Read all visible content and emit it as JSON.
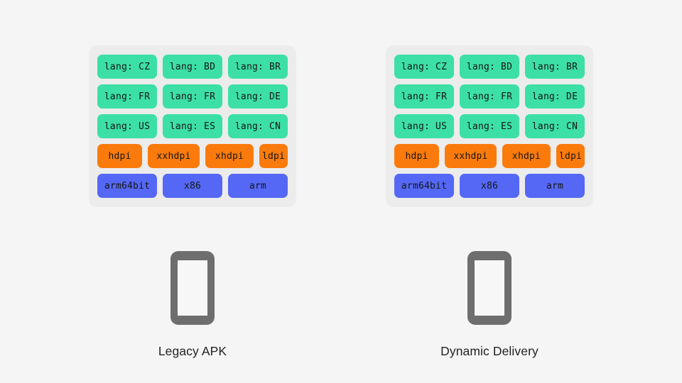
{
  "page": {
    "background_color": "#f5f5f5",
    "panel_background_color": "#ececec"
  },
  "colors": {
    "lang_chip": "#3ce0a6",
    "dpi_chip": "#fa7b0c",
    "arch_chip": "#5568f5",
    "chip_text": "#161616",
    "phone_body": "#6e6e6e",
    "phone_screen": "#f7f7f7",
    "caption_text": "#222222"
  },
  "columns": [
    {
      "id": "legacy",
      "caption": "Legacy APK",
      "phone_icon": "smartphone-icon",
      "panel": {
        "rows": [
          {
            "type": "lang",
            "chips": [
              {
                "label": "lang: CZ"
              },
              {
                "label": "lang: BD"
              },
              {
                "label": "lang: BR"
              }
            ]
          },
          {
            "type": "lang",
            "chips": [
              {
                "label": "lang: FR"
              },
              {
                "label": "lang: FR"
              },
              {
                "label": "lang: DE"
              }
            ]
          },
          {
            "type": "lang",
            "chips": [
              {
                "label": "lang: US"
              },
              {
                "label": "lang: ES"
              },
              {
                "label": "lang: CN"
              }
            ]
          },
          {
            "type": "dpi",
            "chips": [
              {
                "label": "hdpi"
              },
              {
                "label": "xxhdpi"
              },
              {
                "label": "xhdpi"
              },
              {
                "label": "ldpi"
              }
            ]
          },
          {
            "type": "arch",
            "chips": [
              {
                "label": "arm64bit"
              },
              {
                "label": "x86"
              },
              {
                "label": "arm"
              }
            ]
          }
        ]
      }
    },
    {
      "id": "dynamic",
      "caption": "Dynamic Delivery",
      "phone_icon": "smartphone-icon",
      "panel": {
        "rows": [
          {
            "type": "lang",
            "chips": [
              {
                "label": "lang: CZ"
              },
              {
                "label": "lang: BD"
              },
              {
                "label": "lang: BR"
              }
            ]
          },
          {
            "type": "lang",
            "chips": [
              {
                "label": "lang: FR"
              },
              {
                "label": "lang: FR"
              },
              {
                "label": "lang: DE"
              }
            ]
          },
          {
            "type": "lang",
            "chips": [
              {
                "label": "lang: US"
              },
              {
                "label": "lang: ES"
              },
              {
                "label": "lang: CN"
              }
            ]
          },
          {
            "type": "dpi",
            "chips": [
              {
                "label": "hdpi"
              },
              {
                "label": "xxhdpi"
              },
              {
                "label": "xhdpi"
              },
              {
                "label": "ldpi"
              }
            ]
          },
          {
            "type": "arch",
            "chips": [
              {
                "label": "arm64bit"
              },
              {
                "label": "x86"
              },
              {
                "label": "arm"
              }
            ]
          }
        ]
      }
    }
  ]
}
